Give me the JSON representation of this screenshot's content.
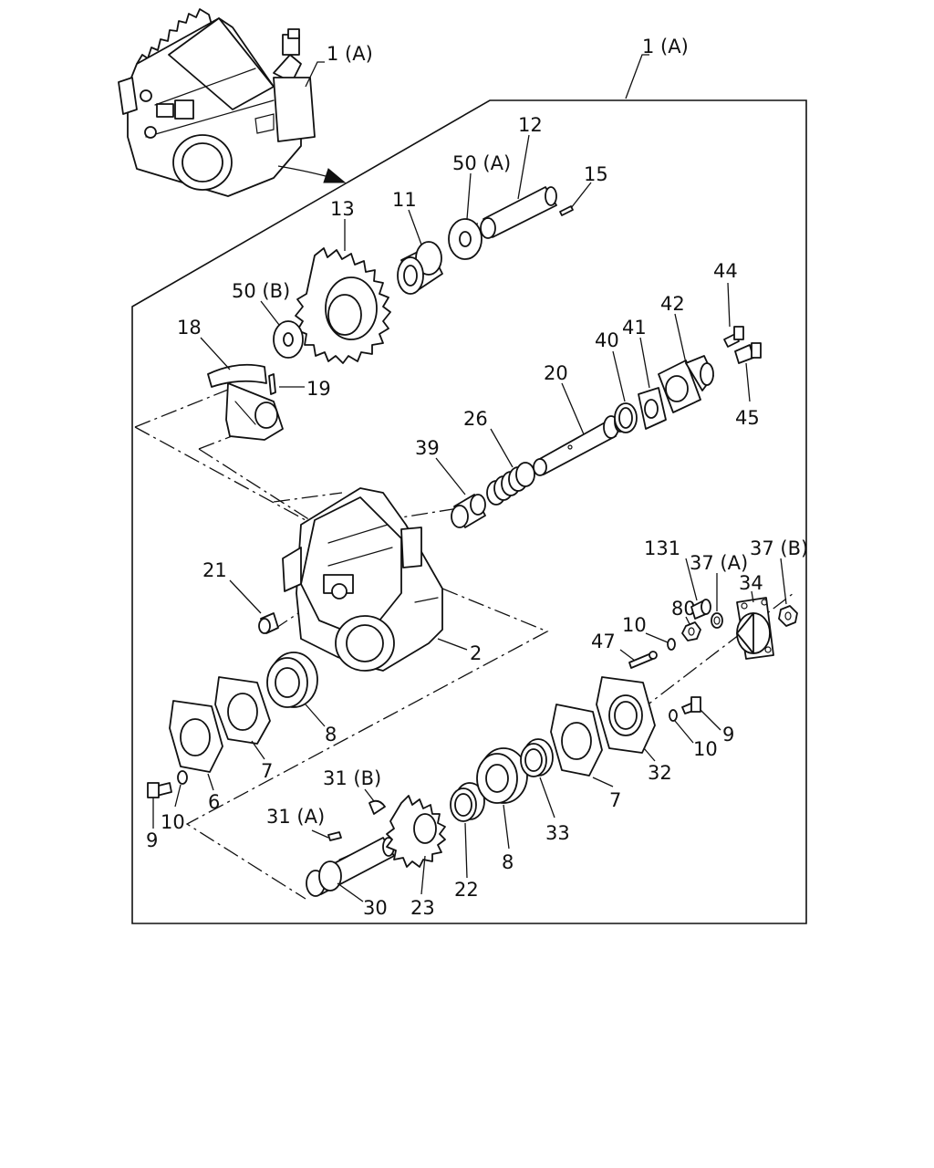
{
  "labels": {
    "l1a_top": "1 (A)",
    "l1a_main": "1 (A)",
    "l2": "2",
    "l6": "6",
    "l7_left": "7",
    "l7_right": "7",
    "l8_left": "8",
    "l8_bottom": "8",
    "l9_left": "9",
    "l9_right": "9",
    "l10_left": "10",
    "l10_mid": "10",
    "l10_right": "10",
    "l11": "11",
    "l12": "12",
    "l13": "13",
    "l15": "15",
    "l18": "18",
    "l19": "19",
    "l20": "20",
    "l21": "21",
    "l22": "22",
    "l23": "23",
    "l26": "26",
    "l30": "30",
    "l31a": "31 (A)",
    "l31b": "31 (B)",
    "l32": "32",
    "l33": "33",
    "l34": "34",
    "l37a": "37 (A)",
    "l37b": "37 (B)",
    "l39": "39",
    "l40": "40",
    "l41": "41",
    "l42": "42",
    "l44": "44",
    "l45": "45",
    "l47": "47",
    "l50a": "50 (A)",
    "l50b": "50 (B)",
    "l80": "80",
    "l131": "131"
  }
}
